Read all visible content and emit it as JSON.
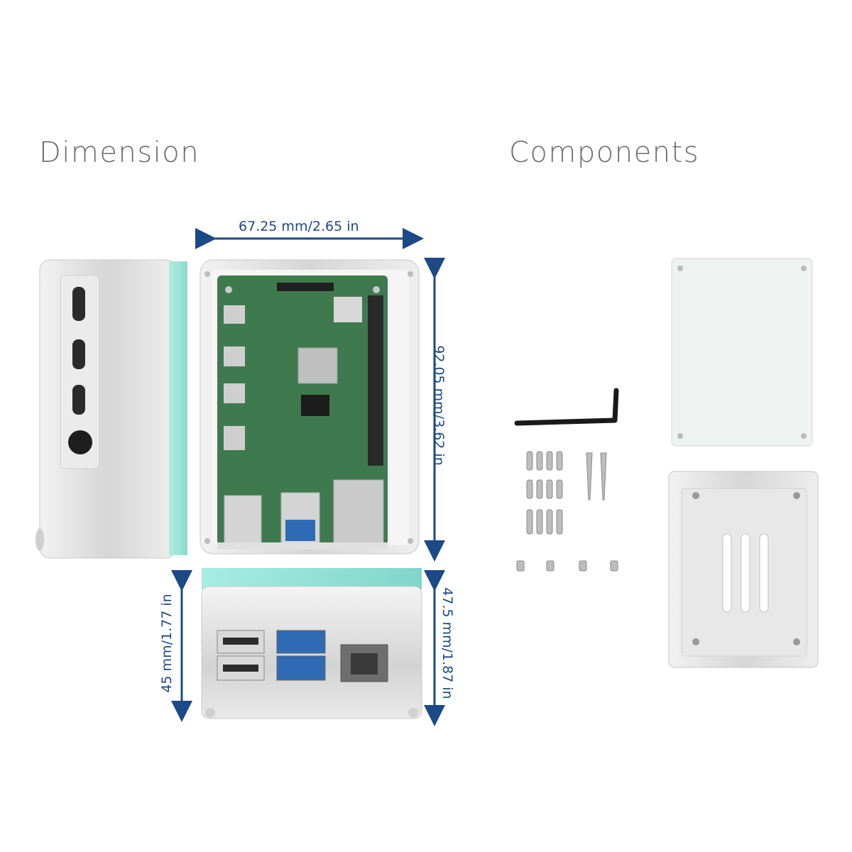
{
  "headings": {
    "dimension": "Dimension",
    "components": "Components"
  },
  "dimensions": {
    "width": "67.25 mm/2.65 in",
    "height": "92.05 mm/3.62 in",
    "depth_left": "45 mm/1.77 in",
    "depth_right": "47.5 mm/1.87 in"
  },
  "colors": {
    "heading": "#6d6d6d",
    "dimension": "#1b4a86",
    "board": "#3f7a4f",
    "aluminum": "#dcdcdc",
    "acrylic": "#8fe0d5"
  }
}
